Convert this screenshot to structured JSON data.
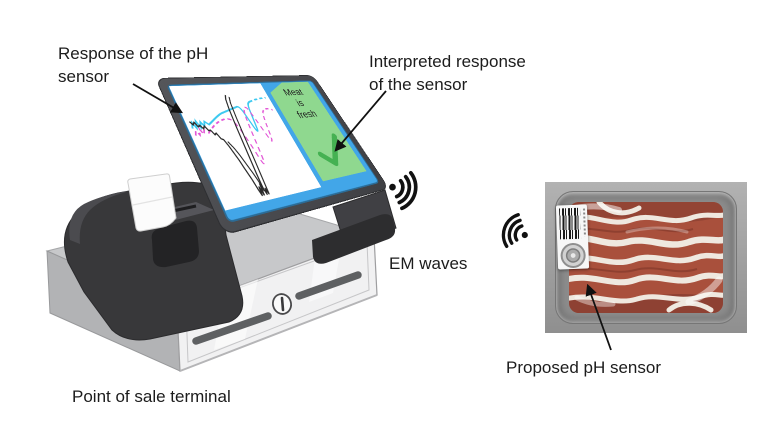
{
  "labels": {
    "ph_response": "Response of the pH\nsensor",
    "interpreted_response": "Interpreted response\nof the sensor",
    "em_waves": "EM waves",
    "pos_terminal": "Point of sale terminal",
    "proposed_sensor": "Proposed pH sensor"
  },
  "screen": {
    "message": "Meat\nis\nfresh",
    "status_icon": "checkmark-icon",
    "graph": {
      "description": "pH sensor resonance response curves (no axes shown)",
      "curves": [
        {
          "name": "response-curve-black",
          "color": "#2b2b2b",
          "style": "solid"
        },
        {
          "name": "response-curve-magenta",
          "color": "#e255d6",
          "style": "dashed"
        },
        {
          "name": "response-curve-cyan",
          "color": "#3cc9f0",
          "style": "solid-with-dashed-tail"
        }
      ]
    },
    "colors": {
      "screen_blue": "#42a6e8",
      "panel_green": "#8fd88f",
      "check_green": "#3fae4d",
      "bezel_gray": "#46474b"
    }
  },
  "icons": {
    "em_wave_from_terminal": "wifi-waves-right-icon",
    "em_wave_from_package": "wifi-waves-left-icon",
    "package_label": "barcode",
    "package_sensor": "sensor-coil-disc",
    "drawer_lock": "keyhole-lock-icon"
  }
}
